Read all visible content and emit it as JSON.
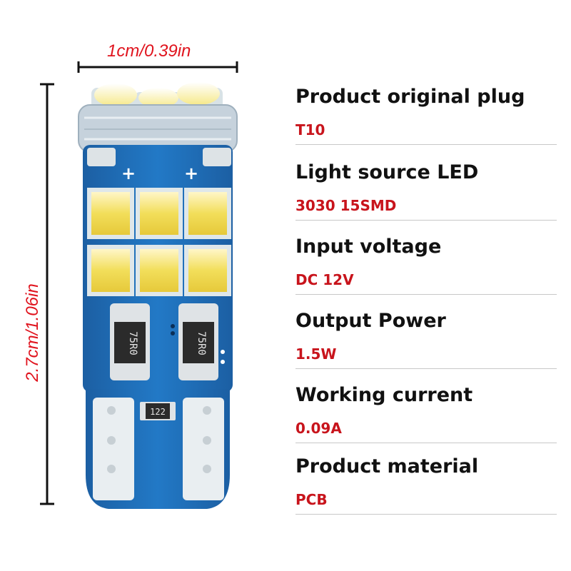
{
  "dimensions": {
    "width_label": "1cm/0.39in",
    "height_label": "2.7cm/1.06in"
  },
  "bulb": {
    "resistor_code": "75R0",
    "chip_code": "122",
    "polarity_mark": "+"
  },
  "specs": [
    {
      "name": "Product original plug",
      "value": "T10"
    },
    {
      "name": "Light source LED",
      "value": "3030 15SMD"
    },
    {
      "name": "Input voltage",
      "value": "DC 12V"
    },
    {
      "name": "Output Power",
      "value": "1.5W"
    },
    {
      "name": "Working current",
      "value": "0.09A"
    },
    {
      "name": "Product material",
      "value": "PCB"
    }
  ],
  "colors": {
    "accent_red": "#c8141c",
    "pcb_blue": "#1e6fb8",
    "led_yellow": "#f2de5a"
  }
}
